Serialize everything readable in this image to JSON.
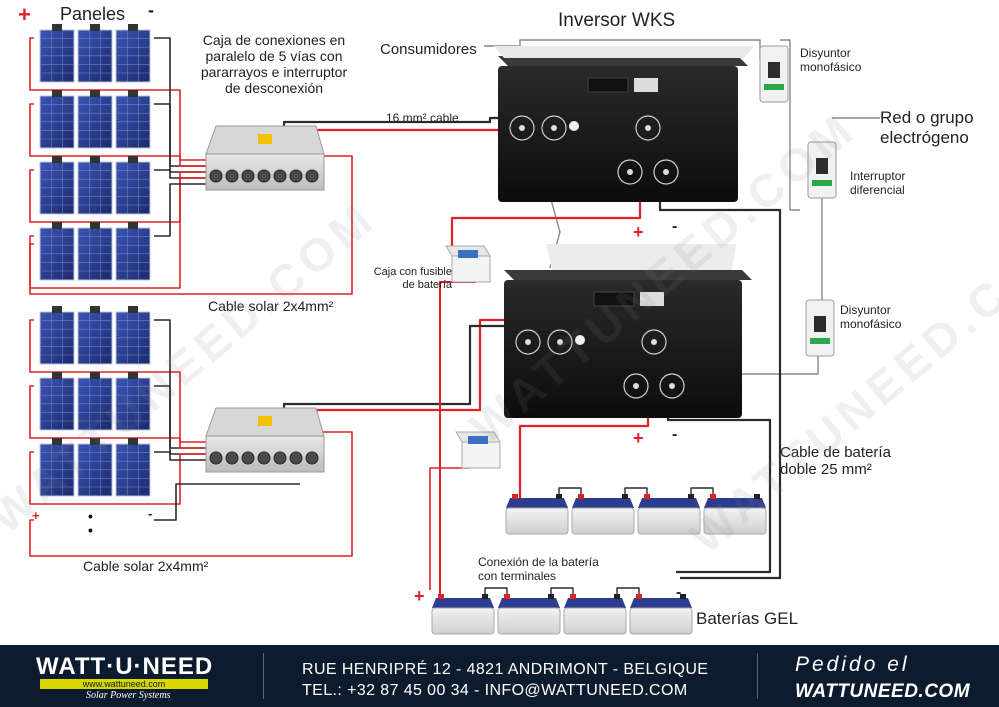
{
  "title": "Inversor WKS",
  "labels": {
    "panels": "Paneles",
    "junction_box": "Caja de conexiones en paralelo de 5 vías con pararrayos e interruptor de desconexión",
    "consumers": "Consumidores",
    "cable_16": "16 mm² cable",
    "breaker_top": "Disyuntor monofásico",
    "grid": "Red o grupo electrógeno",
    "rcd": "Interruptor diferencial",
    "breaker_mid": "Disyuntor monofásico",
    "fuse_box": "Caja con fusible de batería",
    "solar_cable_1": "Cable solar 2x4mm²",
    "solar_cable_2": "Cable solar 2x4mm²",
    "battery_cable": "Cable de batería doble 25 mm²",
    "battery_connection": "Conexión de la batería con terminales",
    "gel_batteries": "Baterías GEL"
  },
  "symbols": {
    "plus": "+",
    "minus": "-",
    "dot": "•"
  },
  "footer": {
    "logo": "WATT·U·NEED",
    "logo_url": "www.wattuneed.com",
    "logo_tagline": "Solar Power Systems",
    "address_line1": "RUE HENRIPRÉ 12 - 4821 ANDRIMONT - BELGIQUE",
    "address_line2": "TEL.: +32 87 45 00 34 - INFO@WATTUNEED.COM",
    "cta_line1": "Pedido el",
    "cta_line2": "WATTUNEED.COM"
  },
  "watermark": "WATTUNEED.COM",
  "colors": {
    "positive": "#e0202a",
    "negative": "#2a2a2a",
    "wire_gray": "#777777",
    "footer_bg": "#0d1b2e",
    "panel_blue": "#2c3f8f"
  }
}
